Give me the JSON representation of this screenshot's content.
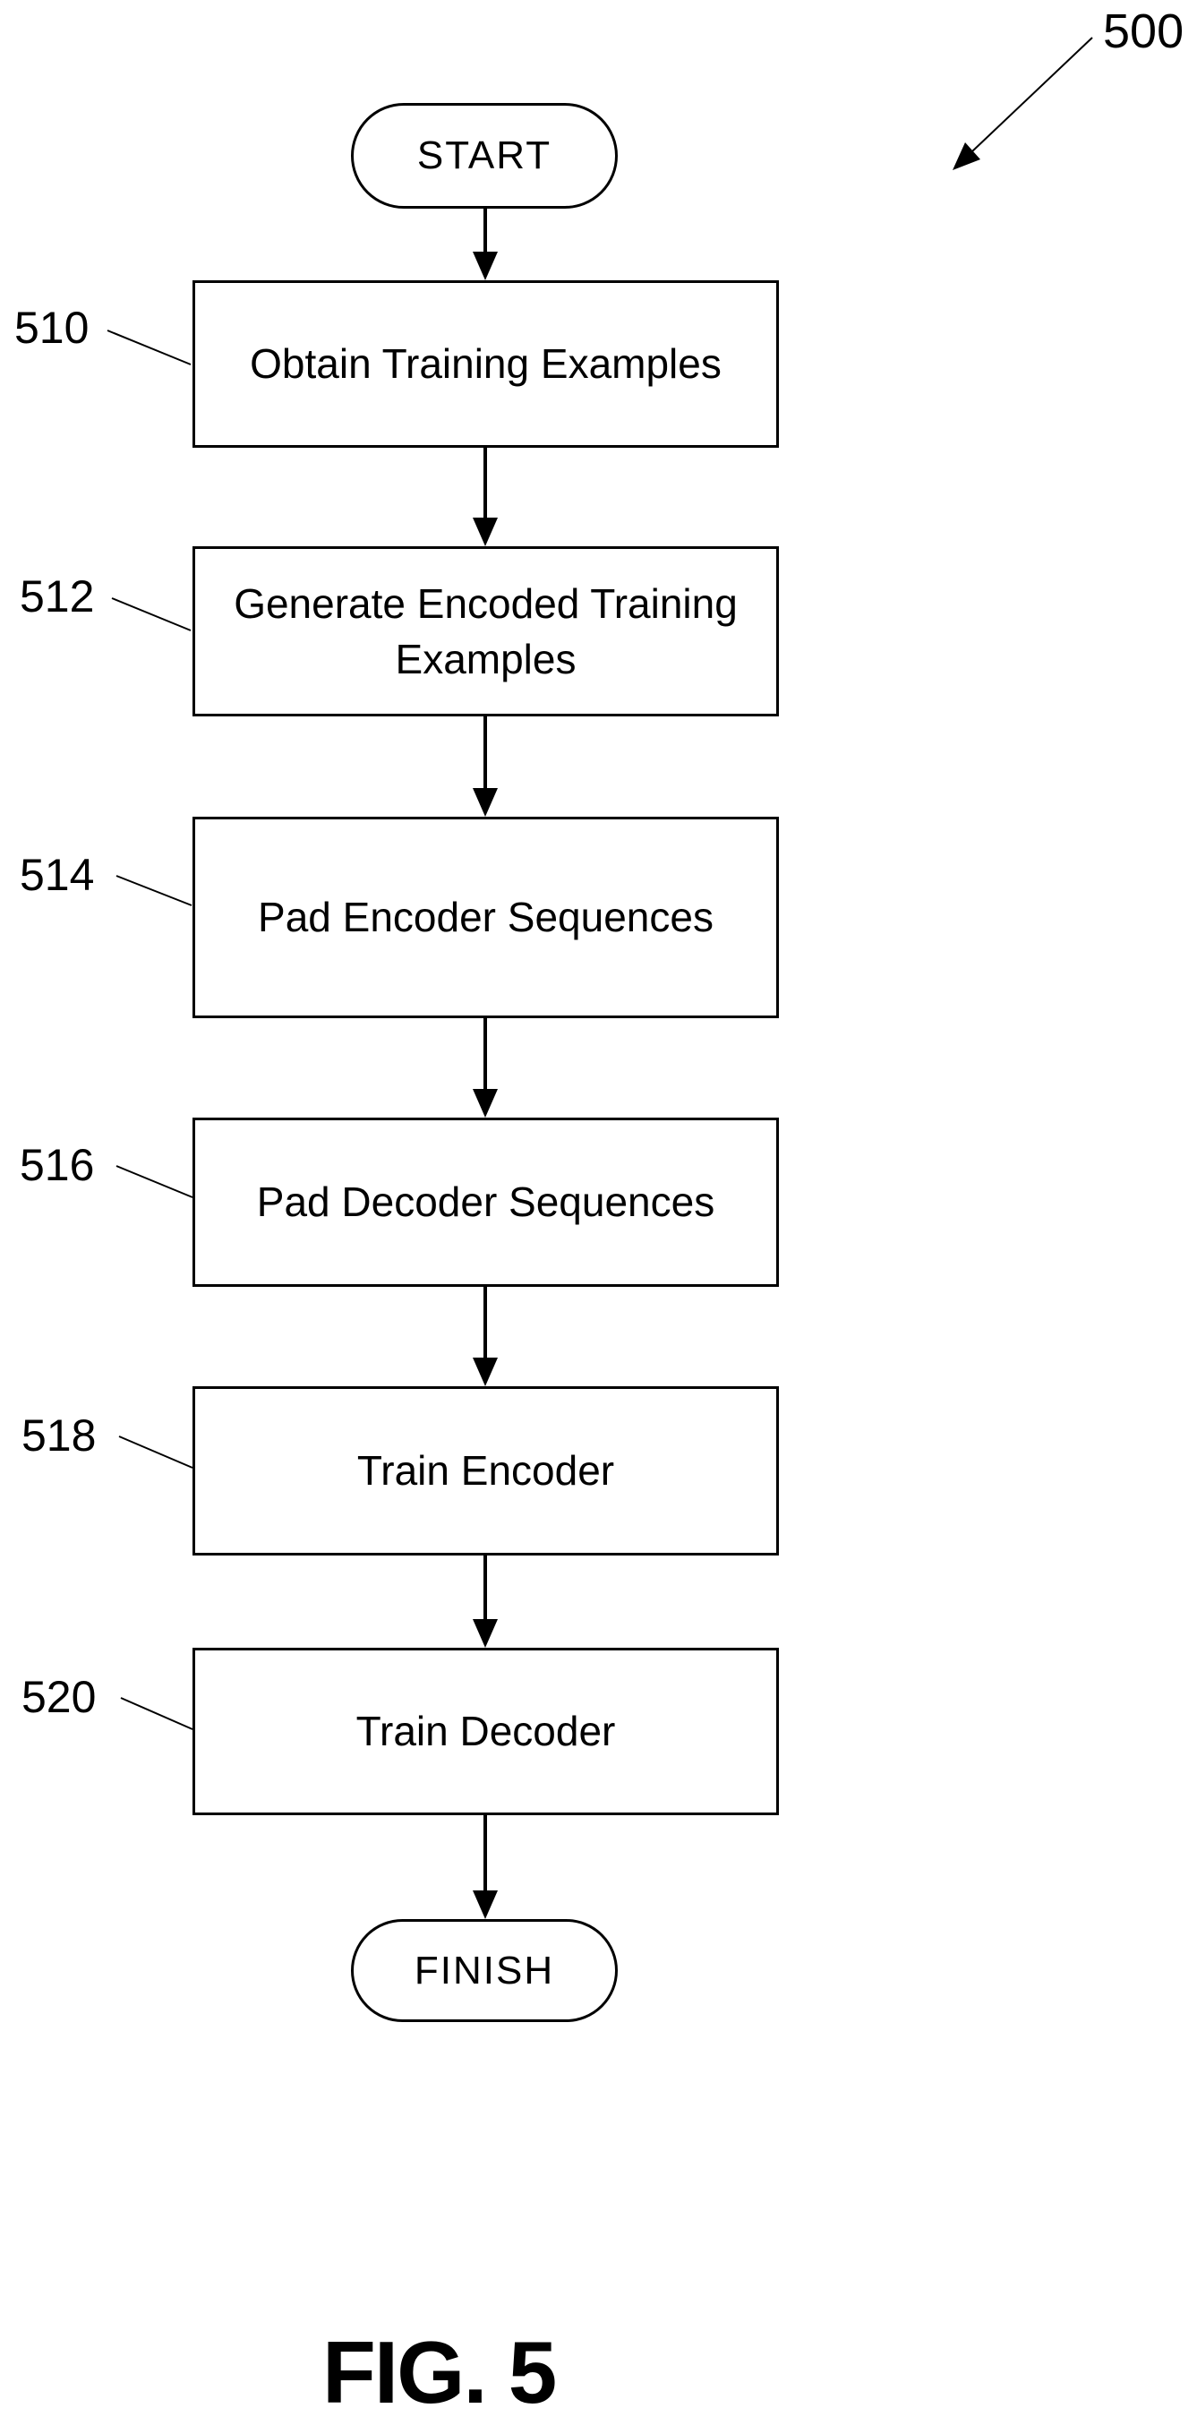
{
  "figure": {
    "reference_number": "500",
    "caption": "FIG. 5",
    "terminals": {
      "start": "START",
      "finish": "FINISH"
    },
    "steps": [
      {
        "ref": "510",
        "label": "Obtain Training Examples"
      },
      {
        "ref": "512",
        "label": "Generate Encoded Training Examples"
      },
      {
        "ref": "514",
        "label": "Pad Encoder Sequences"
      },
      {
        "ref": "516",
        "label": "Pad Decoder Sequences"
      },
      {
        "ref": "518",
        "label": "Train Encoder"
      },
      {
        "ref": "520",
        "label": "Train Decoder"
      }
    ],
    "colors": {
      "ink": "#000000",
      "background": "#ffffff"
    }
  }
}
